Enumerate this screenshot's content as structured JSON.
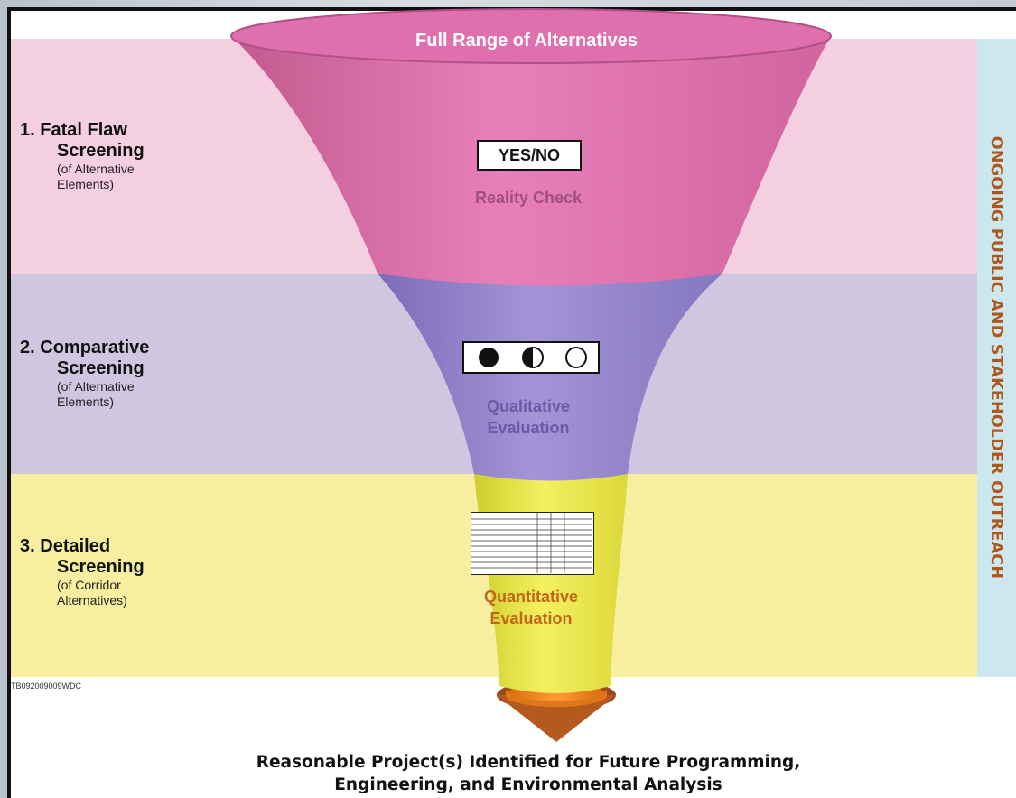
{
  "side_label": "ONGOING PUBLIC AND STAKEHOLDER OUTREACH",
  "stages": [
    {
      "number": "1.",
      "title_line1": "Fatal Flaw",
      "title_line2": "Screening",
      "sub_line1": "(of Alternative",
      "sub_line2": "Elements)"
    },
    {
      "number": "2.",
      "title_line1": "Comparative",
      "title_line2": "Screening",
      "sub_line1": "(of Alternative",
      "sub_line2": "Elements)"
    },
    {
      "number": "3.",
      "title_line1": "Detailed",
      "title_line2": "Screening",
      "sub_line1": "(of Corridor",
      "sub_line2": "Alternatives)"
    }
  ],
  "funnel": {
    "top_label": "Full Range of Alternatives",
    "yesno": "YES/NO",
    "reality_check": "Reality Check",
    "qualitative_line1": "Qualitative",
    "qualitative_line2": "Evaluation",
    "quantitative_line1": "Quantitative",
    "quantitative_line2": "Evaluation"
  },
  "code": "TB092009009WDC",
  "caption": {
    "line1": "Reasonable Project(s) Identified for Future Programming,",
    "line2": "Engineering, and Environmental Analysis"
  },
  "colors": {
    "band_pink": "#f3cfe0",
    "band_purple": "#cfc7e0",
    "band_yellow": "#f7ef9f",
    "side_strip": "#cce8ee",
    "side_text": "#b0561a",
    "funnel_pink": "#e778b4",
    "funnel_purple": "#9688cc",
    "funnel_yellow": "#ece84a",
    "funnel_orange": "#f08a20"
  }
}
